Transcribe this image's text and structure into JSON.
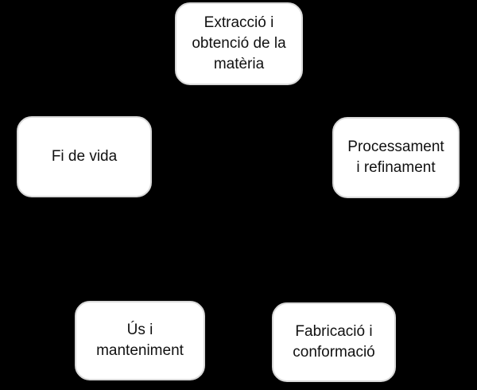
{
  "canvas": {
    "background_color": "#000000"
  },
  "diagram": {
    "type": "cycle",
    "node_fill_color": "#ffffff",
    "node_border_color": "#d9d9d9",
    "node_text_color": "#111111",
    "nodes": [
      {
        "id": "extraccio",
        "label": "Extracció i\nobtenció de la\nmatèria"
      },
      {
        "id": "processament",
        "label": "Processament\ni refinament"
      },
      {
        "id": "fabricacio",
        "label": "Fabricació i\nconformació"
      },
      {
        "id": "us",
        "label": "Ús i\nmanteniment"
      },
      {
        "id": "fi",
        "label": "Fi de vida"
      }
    ]
  }
}
